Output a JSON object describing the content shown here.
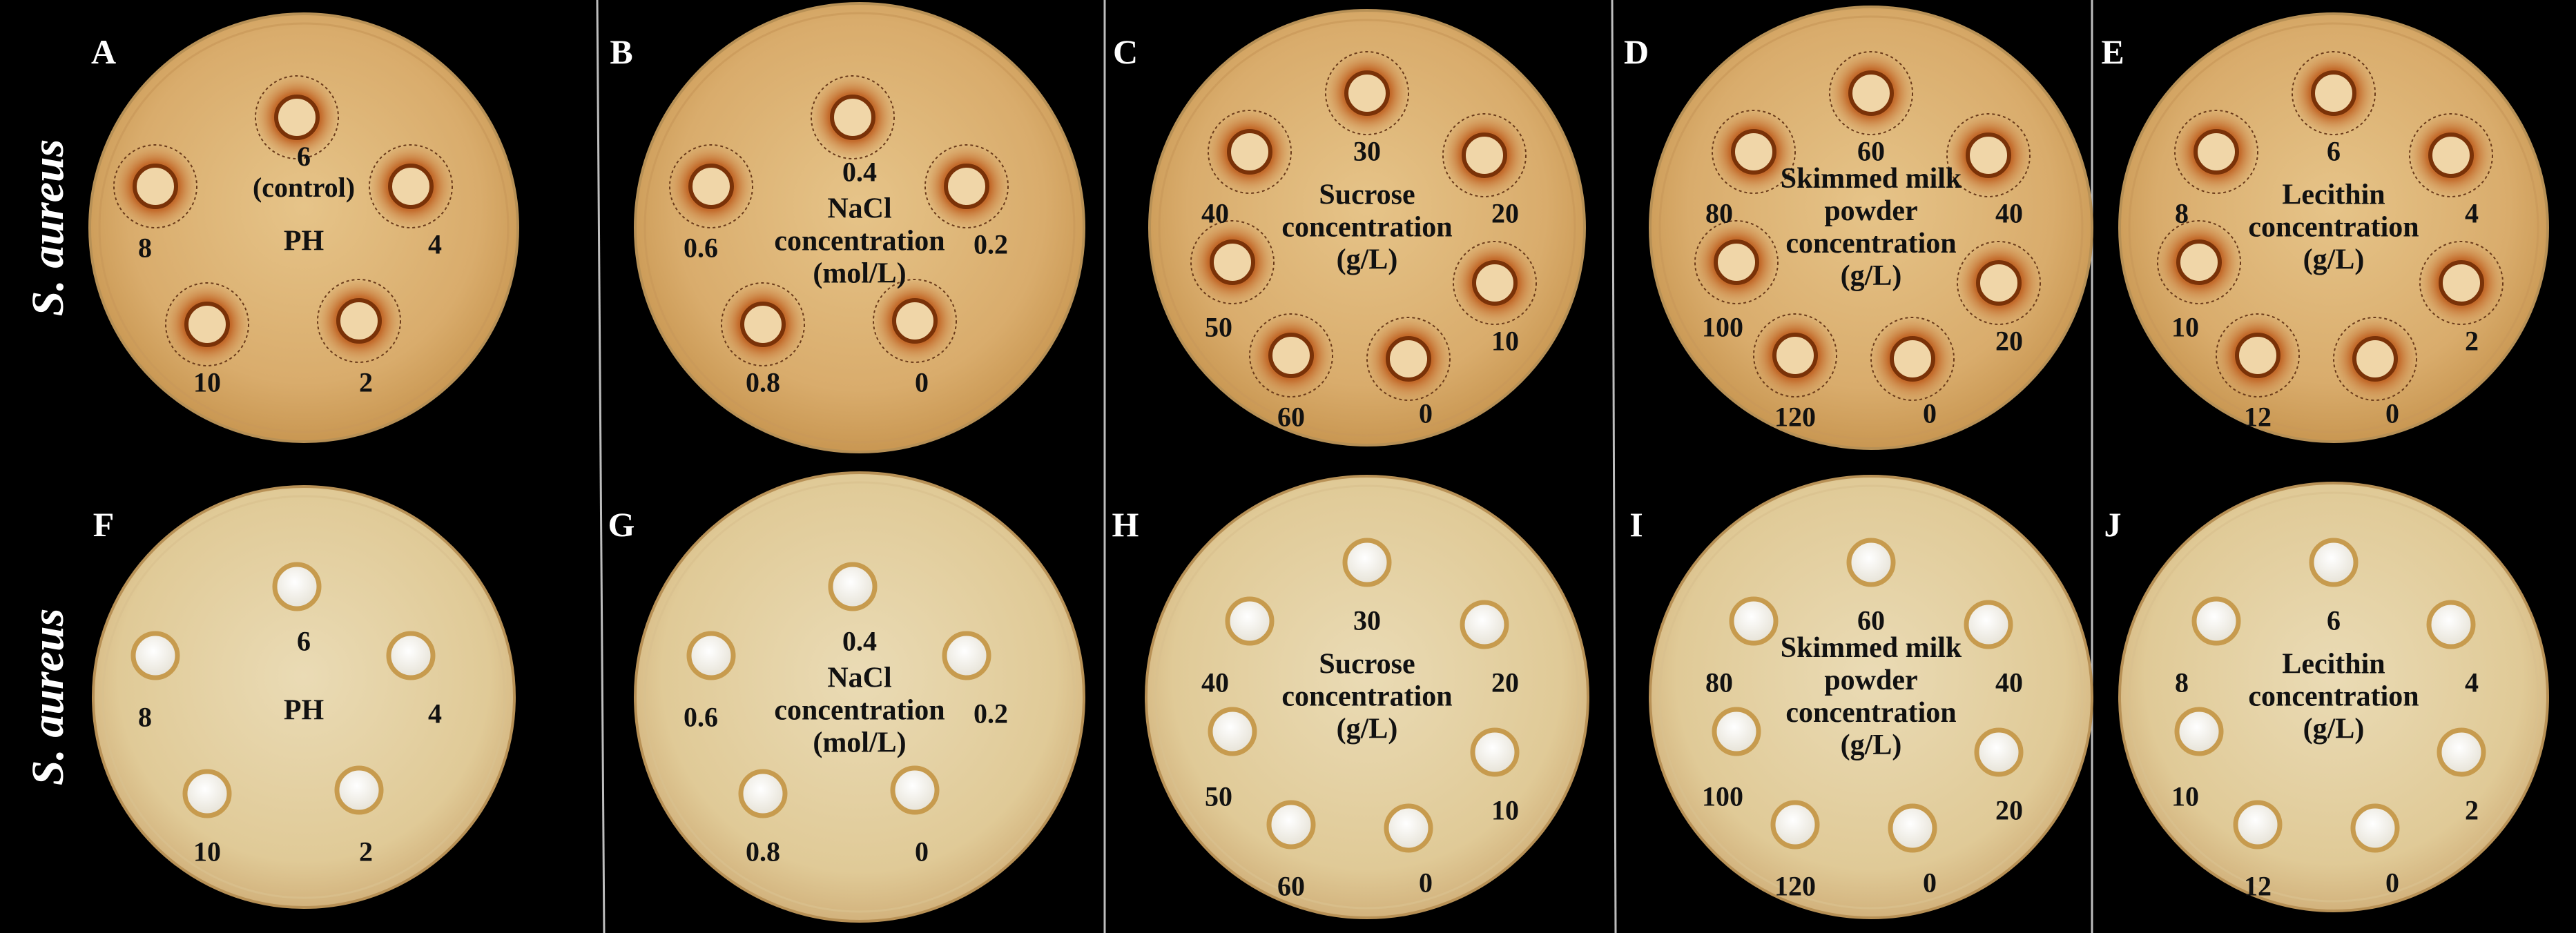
{
  "species_label": "S. aureus",
  "colors": {
    "background": "#000000",
    "plate_top": "#d9b074",
    "plate_bottom": "#e3cfa0",
    "halo_dark": "#b04d10",
    "well_bottom": "#f2f0ea",
    "text": "#111111",
    "letter": "#ffffff"
  },
  "panels": [
    {
      "letter": "A",
      "title_lines": [
        "PH"
      ],
      "wells": [
        "6\n(control)",
        "4",
        "2",
        "10",
        "8"
      ]
    },
    {
      "letter": "B",
      "title_lines": [
        "NaCl",
        "concentration",
        "(mol/L)"
      ],
      "wells": [
        "0.4",
        "0.2",
        "0",
        "0.8",
        "0.6"
      ]
    },
    {
      "letter": "C",
      "title_lines": [
        "Sucrose",
        "concentration",
        "(g/L)"
      ],
      "wells": [
        "30",
        "20",
        "10",
        "0",
        "60",
        "50",
        "40"
      ]
    },
    {
      "letter": "D",
      "title_lines": [
        "Skimmed milk",
        "powder",
        "concentration",
        "(g/L)"
      ],
      "wells": [
        "60",
        "40",
        "20",
        "0",
        "120",
        "100",
        "80"
      ]
    },
    {
      "letter": "E",
      "title_lines": [
        "Lecithin",
        "concentration",
        "(g/L)"
      ],
      "wells": [
        "6",
        "4",
        "2",
        "0",
        "12",
        "10",
        "8"
      ]
    },
    {
      "letter": "F",
      "title_lines": [
        "PH"
      ],
      "wells": [
        "6",
        "4",
        "2",
        "10",
        "8"
      ]
    },
    {
      "letter": "G",
      "title_lines": [
        "NaCl",
        "concentration",
        "(mol/L)"
      ],
      "wells": [
        "0.4",
        "0.2",
        "0",
        "0.8",
        "0.6"
      ]
    },
    {
      "letter": "H",
      "title_lines": [
        "Sucrose",
        "concentration",
        "(g/L)"
      ],
      "wells": [
        "30",
        "20",
        "10",
        "0",
        "60",
        "50",
        "40"
      ]
    },
    {
      "letter": "I",
      "title_lines": [
        "Skimmed milk",
        "powder",
        "concentration",
        "(g/L)"
      ],
      "wells": [
        "60",
        "40",
        "20",
        "0",
        "120",
        "100",
        "80"
      ]
    },
    {
      "letter": "J",
      "title_lines": [
        "Lecithin",
        "concentration",
        "(g/L)"
      ],
      "wells": [
        "6",
        "4",
        "2",
        "0",
        "12",
        "10",
        "8"
      ]
    }
  ]
}
